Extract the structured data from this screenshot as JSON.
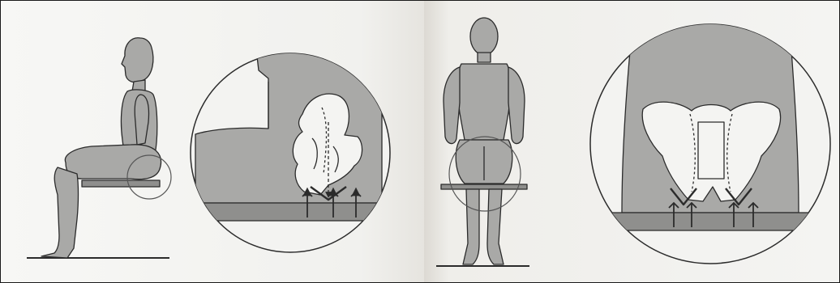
{
  "figure": {
    "panels": [
      {
        "id": "side-view",
        "view": "side"
      },
      {
        "id": "side-pelvis-detail",
        "view": "side-detail"
      },
      {
        "id": "rear-view",
        "view": "rear"
      },
      {
        "id": "rear-pelvis-detail",
        "view": "rear-detail"
      }
    ],
    "colors": {
      "body_fill": "#a9a9a7",
      "line": "#2b2b2b",
      "bone_fill": "#f4f4f2",
      "seat_fill": "#8f8f8d",
      "paper": "#f6f6f4"
    }
  }
}
